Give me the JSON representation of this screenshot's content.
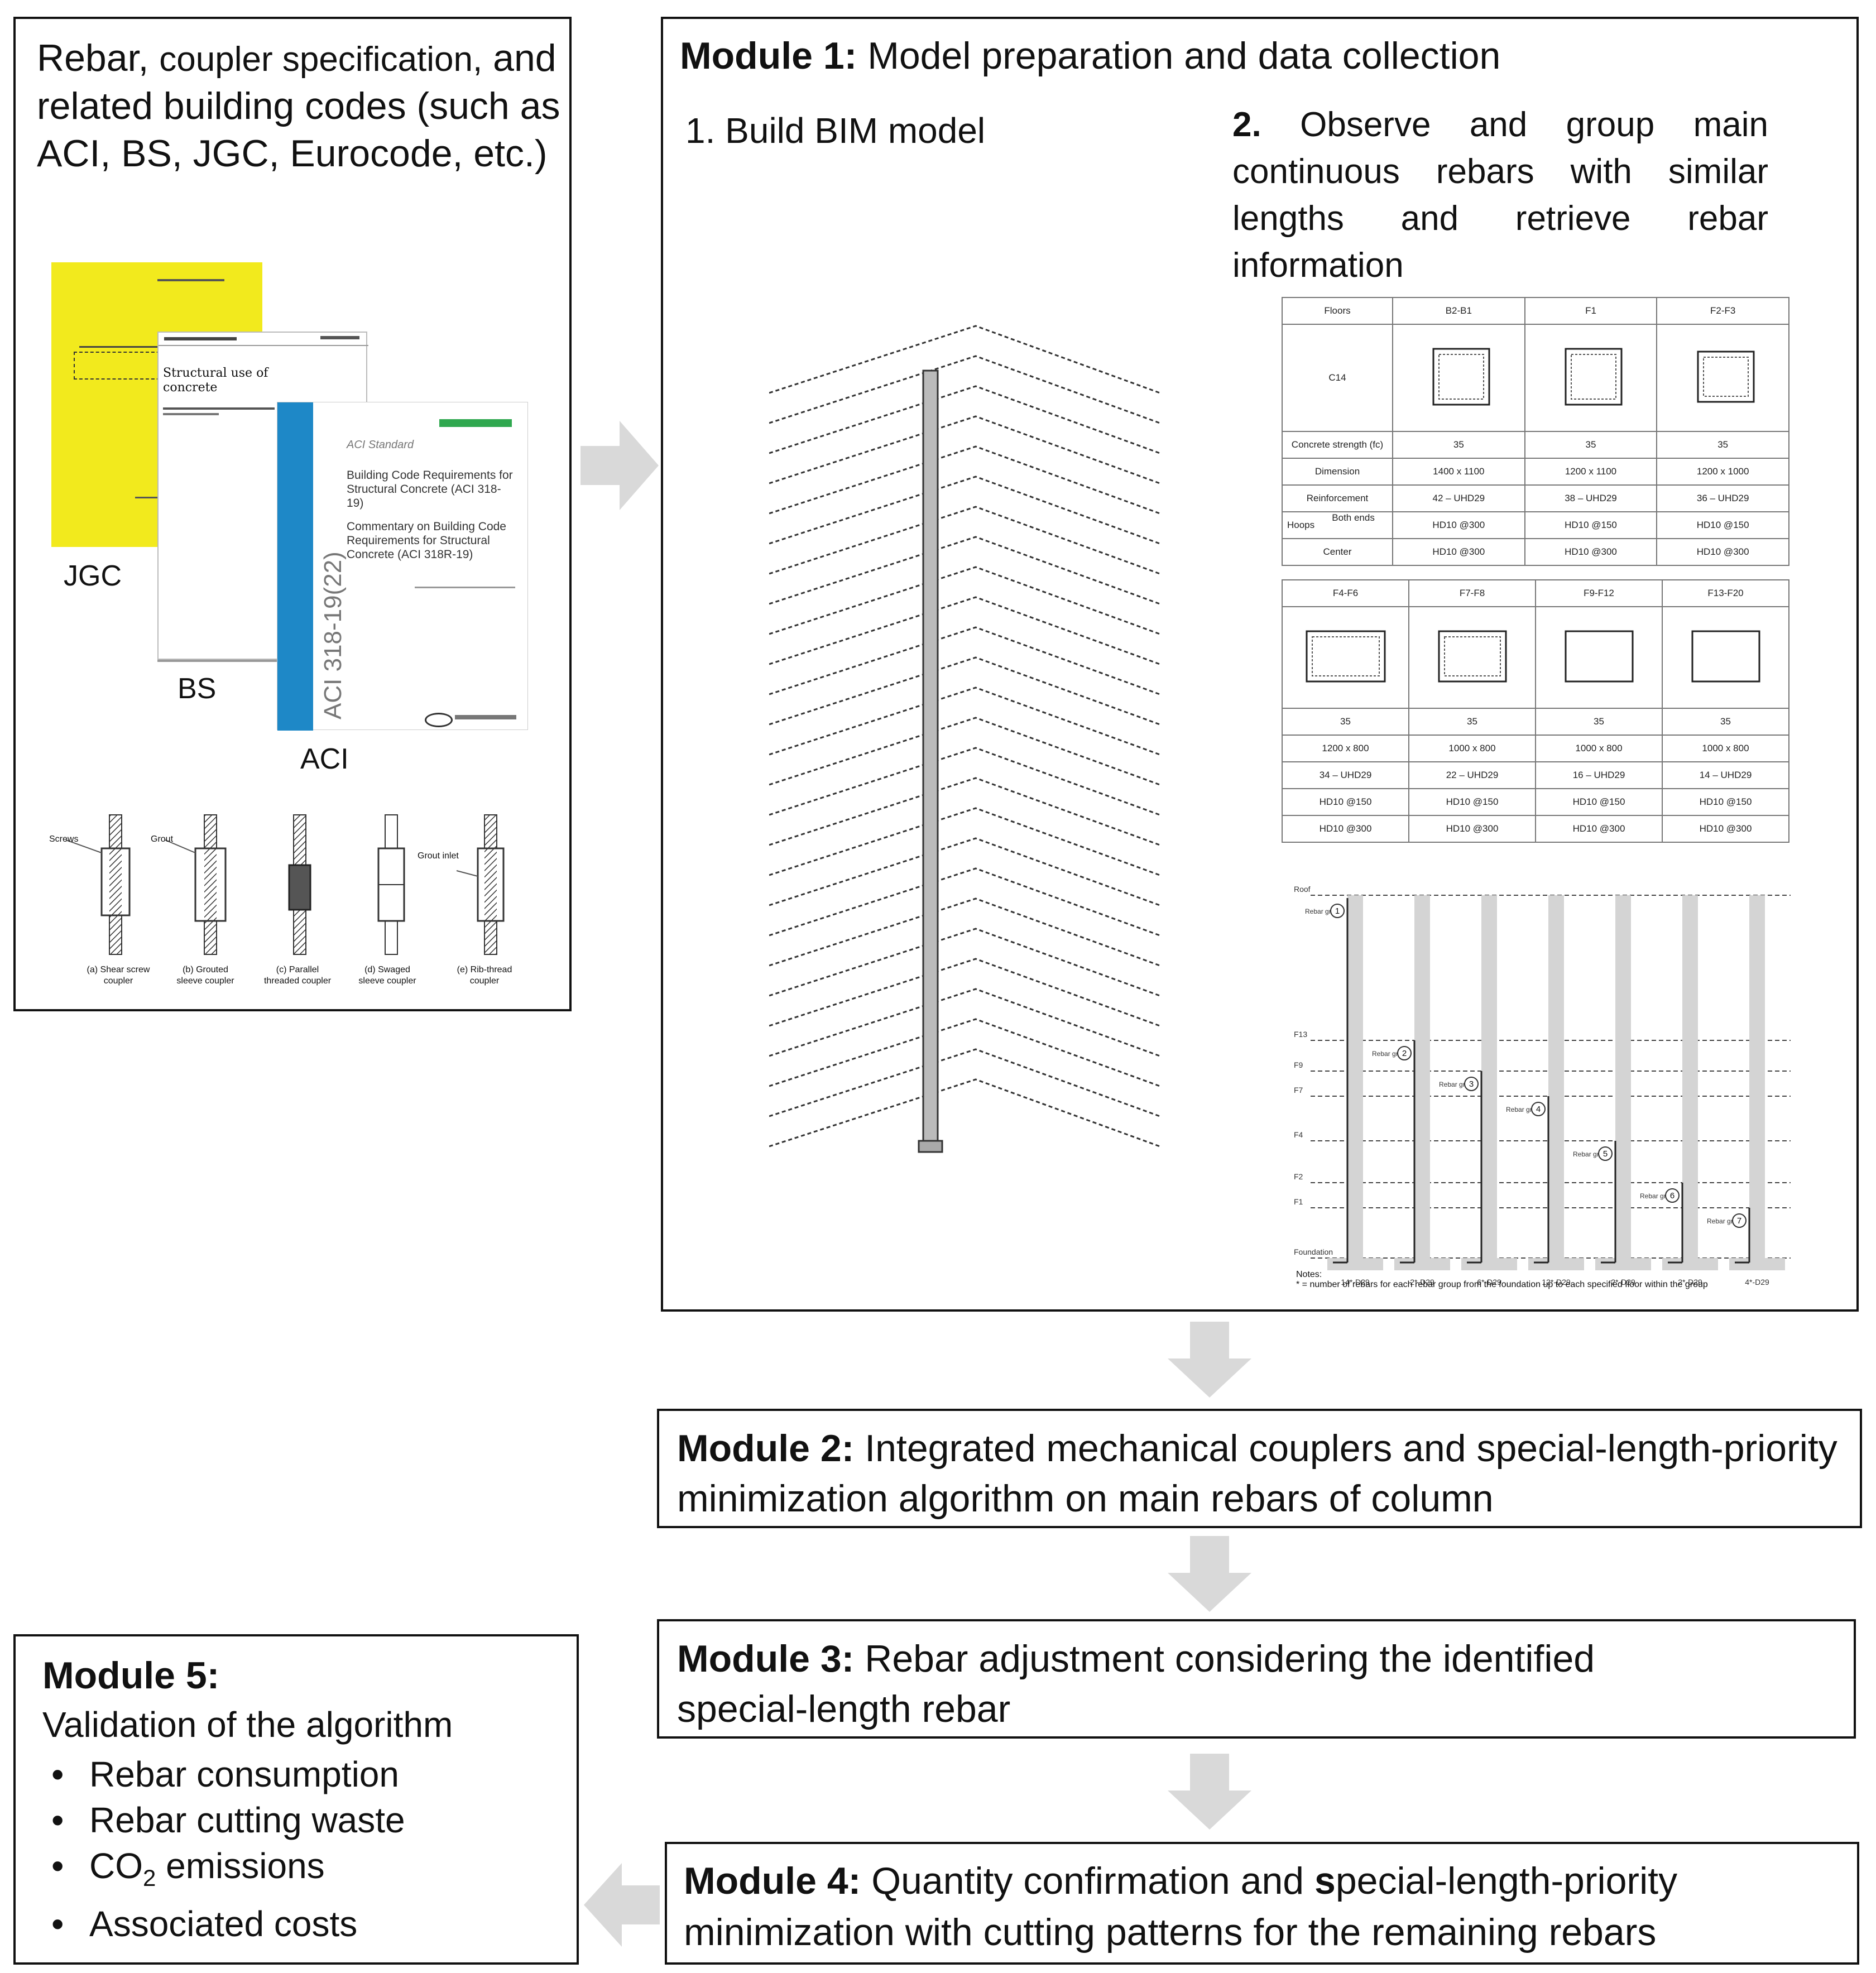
{
  "specs": {
    "title_part1": "Rebar,",
    "title_part2": "coupler specification,",
    "title_rest": "and related building codes (such as ACI, BS, JGC, Eurocode, etc.)",
    "covers": {
      "jgc_label": "JGC",
      "bs_label": "BS",
      "aci_label": "ACI",
      "bs_title": "Structural use of concrete",
      "aci_header": "ACI Standard",
      "aci_line1": "Building Code Requirements for Structural Concrete (ACI 318-19)",
      "aci_line2": "Commentary on Building Code Requirements for Structural Concrete (ACI 318R-19)",
      "aci_spine": "ACI 318-19(22)"
    },
    "couplers": [
      {
        "caption": "(a) Shear screw coupler",
        "label": "Screws"
      },
      {
        "caption": "(b) Grouted sleeve coupler",
        "label": "Grout"
      },
      {
        "caption": "(c) Parallel threaded coupler",
        "label": ""
      },
      {
        "caption": "(d) Swaged sleeve coupler",
        "label": ""
      },
      {
        "caption": "(e) Rib-thread coupler",
        "label": "Grout inlet"
      }
    ]
  },
  "module1": {
    "heading_bold": "Module 1:",
    "heading_rest": " Model preparation and data collection",
    "step1": "1. Build BIM model",
    "step2_bold": "2.",
    "step2_rest": " Observe and group main continuous rebars with similar lengths and retrieve rebar information",
    "table_top": {
      "headers": [
        "Floors",
        "B2-B1",
        "F1",
        "F2-F3"
      ],
      "row_label": "C14",
      "rows": [
        {
          "label": "Concrete strength (fc)",
          "values": [
            "35",
            "35",
            "35"
          ]
        },
        {
          "label": "Dimension",
          "values": [
            "1400 x 1100",
            "1200 x 1100",
            "1200 x 1000"
          ]
        },
        {
          "label": "Reinforcement",
          "values": [
            "42 – UHD29",
            "38 – UHD29",
            "36 – UHD29"
          ]
        },
        {
          "label": "Both ends",
          "values": [
            "HD10 @300",
            "HD10 @150",
            "HD10 @150"
          ]
        },
        {
          "label": "Center",
          "values": [
            "HD10 @300",
            "HD10 @300",
            "HD10 @300"
          ]
        }
      ],
      "hoops_label": "Hoops"
    },
    "table_bottom": {
      "headers": [
        "F4-F6",
        "F7-F8",
        "F9-F12",
        "F13-F20"
      ],
      "rows": [
        [
          "35",
          "35",
          "35",
          "35"
        ],
        [
          "1200 x 800",
          "1000 x 800",
          "1000 x 800",
          "1000 x 800"
        ],
        [
          "34 – UHD29",
          "22 – UHD29",
          "16 – UHD29",
          "14 – UHD29"
        ],
        [
          "HD10 @150",
          "HD10 @150",
          "HD10 @150",
          "HD10 @150"
        ],
        [
          "HD10 @300",
          "HD10 @300",
          "HD10 @300",
          "HD10 @300"
        ]
      ]
    },
    "group_chart": {
      "floors": [
        "Roof",
        "F13",
        "F9",
        "F7",
        "F4",
        "F2",
        "F1",
        "Foundation"
      ],
      "group_label": "Rebar group",
      "groups": [
        "1",
        "2",
        "3",
        "4",
        "5",
        "6",
        "7"
      ],
      "counts": [
        "14*-D29",
        "2*-D29",
        "6*-D29",
        "12*-D29",
        "2*-D29",
        "2*-D29",
        "4*-D29"
      ],
      "notes_title": "Notes:",
      "notes_text": "* = number of rebars for each rebar group from the foundation up to each specified floor within the group"
    }
  },
  "module2": {
    "bold": "Module 2:",
    "rest": " Integrated mechanical couplers and special-length-priority minimization algorithm on main rebars of column"
  },
  "module3": {
    "bold": "Module 3:",
    "rest": " Rebar adjustment considering the identified special-length rebar"
  },
  "module4": {
    "bold1": "Module 4:",
    "rest1": " Quantity confirmation and ",
    "bold2": "s",
    "rest2": "pecial-length-priority minimization with cutting patterns for the remaining rebars"
  },
  "module5": {
    "bold": "Module 5:",
    "subtitle": "Validation of the algorithm",
    "items": [
      "Rebar consumption",
      "Rebar cutting waste",
      "CO",
      "emissions",
      "Associated costs"
    ],
    "co2_sub": "2"
  },
  "colors": {
    "arrow": "#d9d9d9",
    "jgc_cover": "#f2ea1d",
    "aci_spine": "#1e88c7",
    "aci_badge": "#2fa84f",
    "column": "#d4d4d4",
    "border": "#111111"
  }
}
